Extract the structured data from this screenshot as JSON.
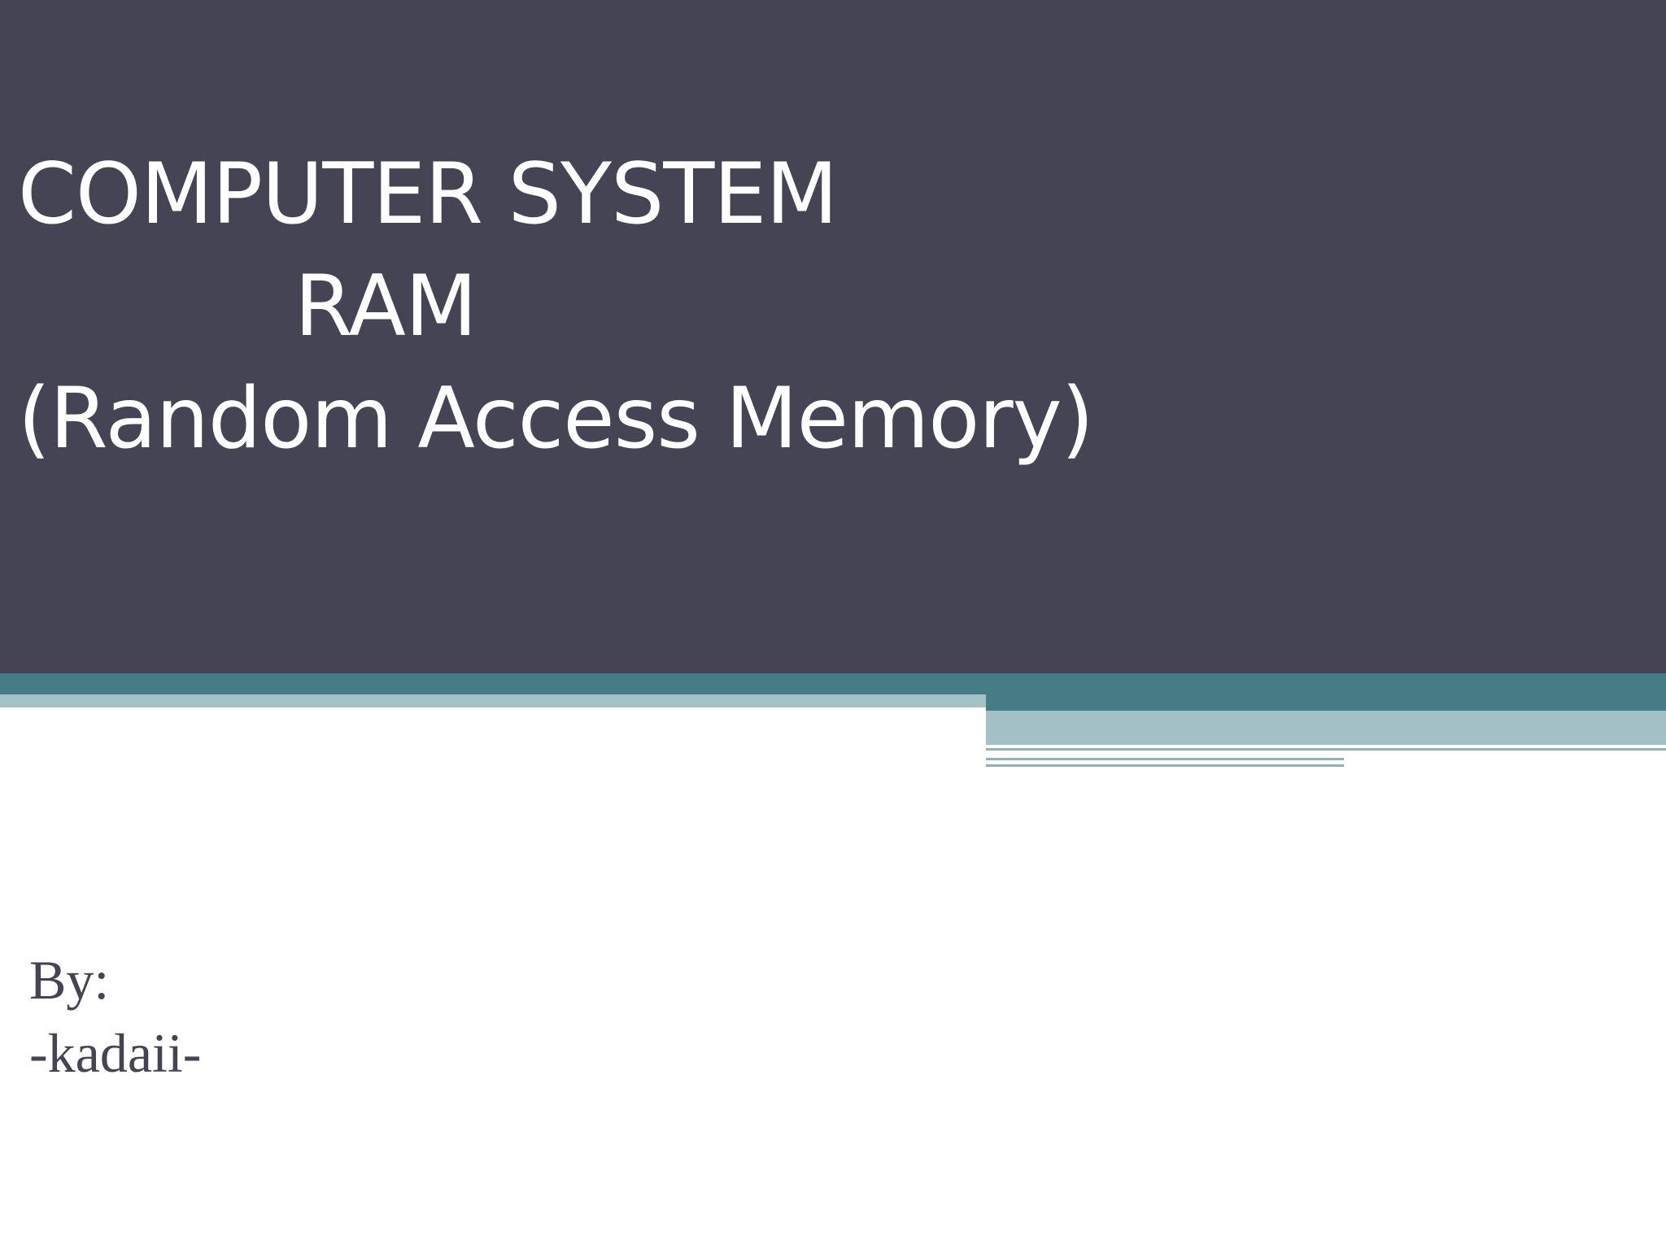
{
  "slide": {
    "title_lines": [
      "COMPUTER SYSTEM",
      "RAM",
      "(Random Access Memory)"
    ],
    "byline": {
      "label": "By:",
      "author": "-kadaii-"
    }
  },
  "colors": {
    "title_background": "#444455",
    "title_text": "#ffffff",
    "accent_dark_teal": "#467c83",
    "accent_light_teal": "#a3c1c6",
    "byline_text": "#444455",
    "page_background": "#ffffff"
  }
}
